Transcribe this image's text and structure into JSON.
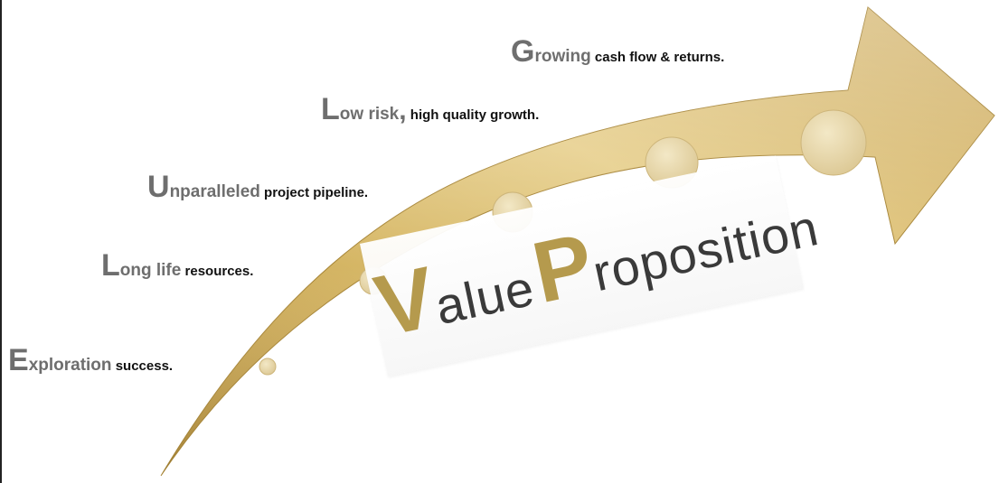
{
  "labels": [
    {
      "initial": "E",
      "lead": "xploration",
      "rest": " success."
    },
    {
      "initial": "L",
      "lead": "ong life",
      "rest": " resources."
    },
    {
      "initial": "U",
      "lead": "nparalleled",
      "rest": " project pipeline."
    },
    {
      "initial": "L",
      "lead": "ow risk",
      "comma": ",",
      "rest": " high quality growth."
    },
    {
      "initial": "G",
      "lead": "rowing",
      "rest": " cash flow & returns."
    }
  ],
  "banner": {
    "cap1": "V",
    "word1": "alue",
    "cap2": "P",
    "word2": "roposition"
  },
  "colors": {
    "arrow_light": "#e8d49a",
    "arrow_mid": "#caa653",
    "arrow_dark": "#9a7a2e",
    "dot": "#e3d4a6",
    "heading_gray": "#6e6e6e",
    "text_dark": "#111111",
    "banner_accent": "#b59a4d"
  }
}
